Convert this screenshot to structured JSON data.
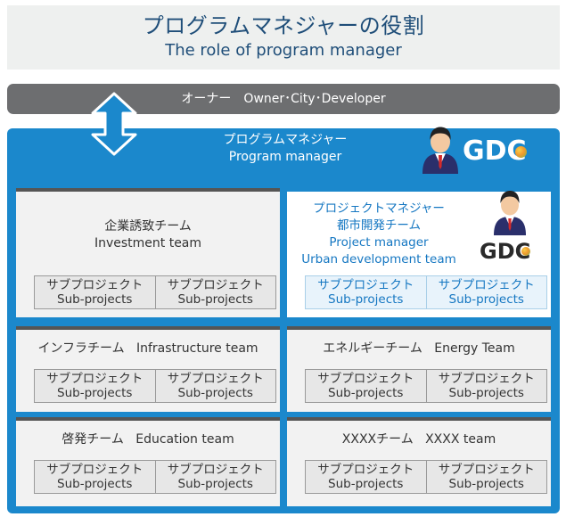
{
  "title": {
    "ja": "プログラムマネジャーの役割",
    "en": "The role of program manager"
  },
  "owner": {
    "ja": "オーナー",
    "en": "Owner･City･Developer"
  },
  "program_manager": {
    "ja": "プログラムマネジャー",
    "en": "Program manager",
    "logo_text": "GDC"
  },
  "sub_project_label": {
    "ja": "サブプロジェクト",
    "en": "Sub-projects"
  },
  "teams": [
    {
      "ja": "企業誘致チーム",
      "en": "Investment team"
    },
    {
      "ja": "プロジェクトマネジャー",
      "ja2": "都市開発チーム",
      "en": "Project manager",
      "en2": "Urban development team",
      "logo_text": "GDC"
    },
    {
      "ja": "インフラチーム",
      "en": "Infrastructure team"
    },
    {
      "ja": "エネルギーチーム",
      "en": "Energy Team"
    },
    {
      "ja": "啓発チーム",
      "en": "Education team"
    },
    {
      "ja": "XXXXチーム",
      "en": "XXXX team"
    }
  ],
  "colors": {
    "title_text": "#1f4e79",
    "panel_blue": "#1b88cc",
    "owner_bar": "#6d6e70",
    "pm_team_text": "#1577c2"
  }
}
